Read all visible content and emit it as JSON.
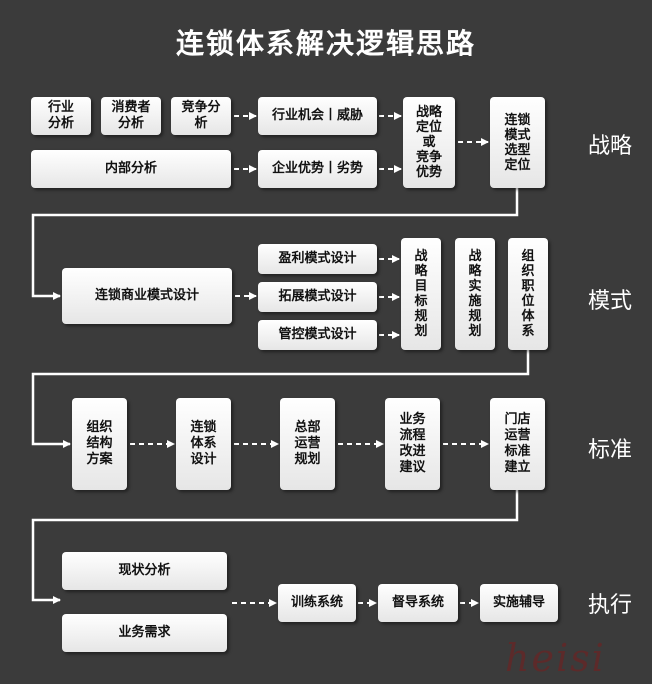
{
  "title": "连锁体系解决逻辑思路",
  "stages": [
    "战略",
    "模式",
    "标准",
    "执行"
  ],
  "boxes": {
    "industry_analysis": "行业\n分析",
    "consumer_analysis": "消费者\n分析",
    "competition_analysis": "竞争分\n析",
    "internal_analysis": "内部分析",
    "opportunity_threat": "行业机会丨威胁",
    "advantage_disadvantage": "企业优势丨劣势",
    "strategic_positioning": "战略\n定位\n或\n竞争\n优势",
    "chain_model_positioning": "连锁\n模式\n选型\n定位",
    "business_model_design": "连锁商业模式设计",
    "profit_model": "盈利模式设计",
    "expansion_model": "拓展模式设计",
    "control_model": "管控模式设计",
    "strategic_goal_planning": "战\n略\n目\n标\n规\n划",
    "strategy_implementation_planning": "战\n略\n实\n施\n规\n划",
    "org_position_system": "组\n织\n职\n位\n体\n系",
    "org_structure_plan": "组织\n结构\n方案",
    "chain_system_design": "连锁\n体系\n设计",
    "hq_operation_planning": "总部\n运营\n规划",
    "process_improvement": "业务\n流程\n改进\n建议",
    "store_operation_standard": "门店\n运营\n标准\n建立",
    "status_analysis": "现状分析",
    "business_needs": "业务需求",
    "training_system": "训练系统",
    "supervision_system": "督导系统",
    "implementation_coaching": "实施辅导"
  },
  "watermark": "heisi"
}
